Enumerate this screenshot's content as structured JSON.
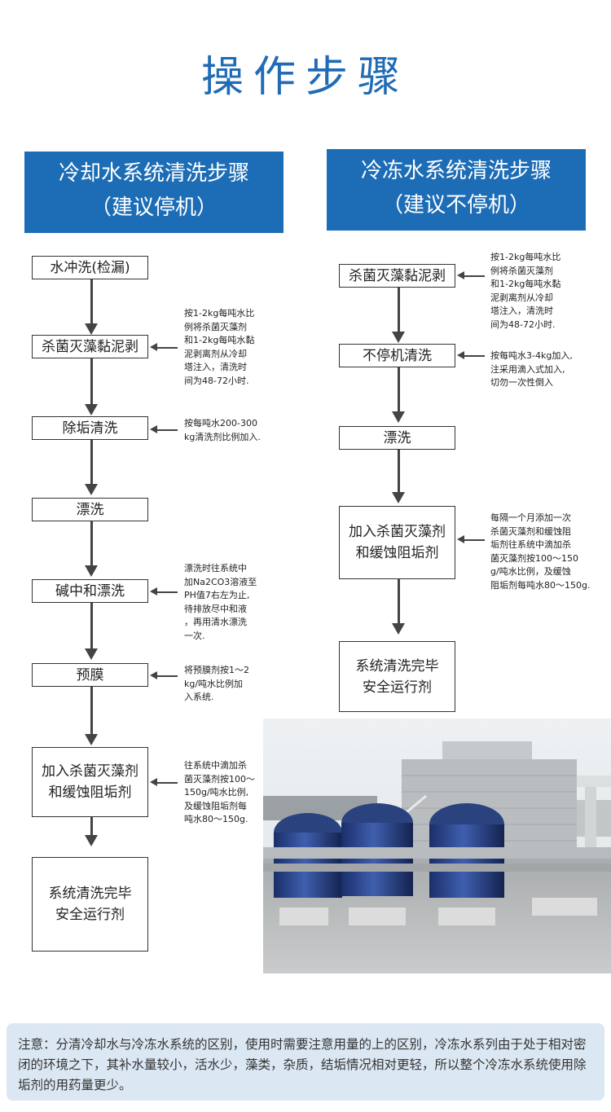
{
  "page": {
    "title": "操作步骤"
  },
  "left": {
    "header_line1": "冷却水系统清洗步骤",
    "header_line2": "（建议停机）",
    "steps": [
      "水冲洗(检漏)",
      "杀菌灭藻黏泥剥",
      "除垢清洗",
      "漂洗",
      "碱中和漂洗",
      "预膜",
      "加入杀菌灭藻剂",
      "和缓蚀阻垢剂",
      "系统清洗完毕",
      "安全运行剂"
    ],
    "notes": [
      "按1-2kg每吨水比\n例将杀菌灭藻剂\n和1-2kg每吨水黏\n泥剥离剂从冷却\n塔注入，清洗时\n间为48-72小时.",
      "按每吨水200-300\nkg清洗剂比例加入.",
      "漂洗时往系统中\n加Na2CO3溶液至\nPH值7右左为止,\n待排放尽中和液\n，再用清水漂洗\n一次.",
      "将预膜剂按1～2\nkg/吨水比例加\n入系统.",
      "往系统中滴加杀\n菌灭藻剂按100～\n150g/吨水比例,\n及缓蚀阻垢剂每\n吨水80～150g."
    ]
  },
  "right": {
    "header_line1": "冷冻水系统清洗步骤",
    "header_line2": "（建议不停机）",
    "steps": [
      "杀菌灭藻黏泥剥",
      "不停机清洗",
      "漂洗",
      "加入杀菌灭藻剂",
      "和缓蚀阻垢剂",
      "系统清洗完毕",
      "安全运行剂"
    ],
    "notes": [
      "按1-2kg每吨水比\n例将杀菌灭藻剂\n和1-2kg每吨水黏\n泥剥离剂从冷却\n塔注入，清洗时\n间为48-72小时.",
      "按每吨水3-4kg加入,\n注采用滴入式加入,\n切勿一次性倒入",
      "每隔一个月添加一次\n杀菌灭藻剂和缓蚀阻\n垢剂往系统中滴加杀\n菌灭藻剂按100～150\ng/吨水比例，及缓蚀\n阻垢剂每吨水80～150g."
    ]
  },
  "footer": {
    "text": "注意：分清冷却水与冷冻水系统的区别，使用时需要注意用量的上的区别，冷冻水系列由于处于相对密闭的环境之下，其补水量较小，活水少，藻类，杂质，结垢情况相对更轻，所以整个冷冻水系统使用除垢剂的用药量更少。"
  },
  "colors": {
    "accent": "#1d6db6",
    "title": "#1f6bb5",
    "footer_bg": "#dbe7f3"
  }
}
